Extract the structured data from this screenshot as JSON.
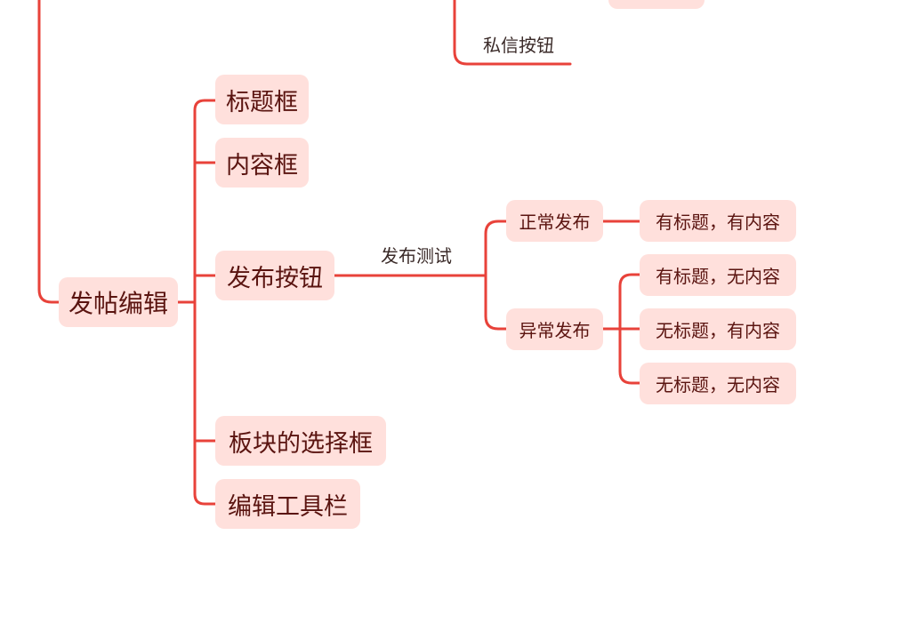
{
  "colors": {
    "branch_line": "#e8423a",
    "node_fill": "#ffe0dc",
    "node_text": "#5a1410",
    "label_text": "#3a2a28"
  },
  "mindmap": {
    "top_fragment": {
      "label": "私信按钮"
    },
    "root": {
      "label": "发帖编辑",
      "children": [
        {
          "label": "标题框"
        },
        {
          "label": "内容框"
        },
        {
          "label": "发布按钮",
          "edge_label": "发布测试",
          "children": [
            {
              "label": "正常发布",
              "children": [
                {
                  "label": "有标题，有内容"
                }
              ]
            },
            {
              "label": "异常发布",
              "children": [
                {
                  "label": "有标题，无内容"
                },
                {
                  "label": "无标题，有内容"
                },
                {
                  "label": "无标题，无内容"
                }
              ]
            }
          ]
        },
        {
          "label": "板块的选择框"
        },
        {
          "label": "编辑工具栏"
        }
      ]
    }
  }
}
